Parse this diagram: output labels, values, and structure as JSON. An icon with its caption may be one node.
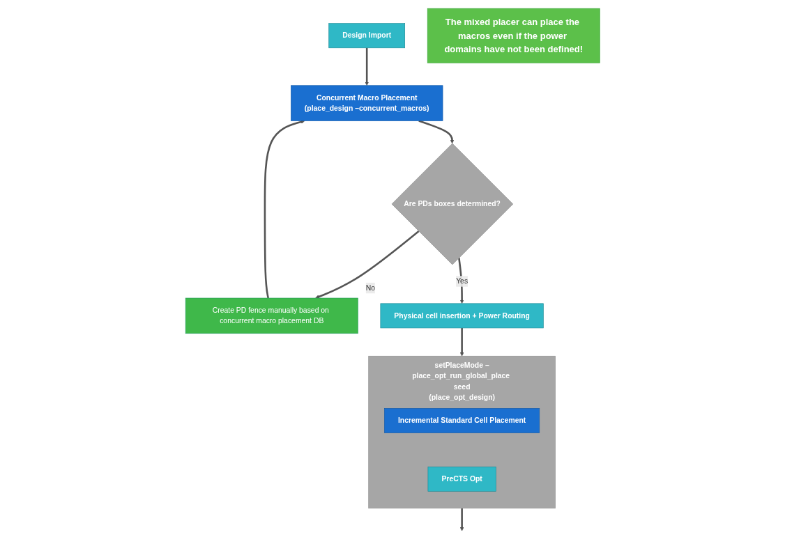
{
  "diagram": {
    "nodes": [
      {
        "text": [
          "Design Import"
        ]
      },
      {
        "text": [
          "Concurrent Macro Placement",
          "(place_design –concurrent_macros)"
        ]
      },
      {
        "text": [
          "Create PD fence manually based on concurrent macro placement DB"
        ]
      },
      {
        "text": [
          "Are PDs boxes determined?"
        ]
      },
      {
        "text": [
          "Physical cell insertion + Power Routing"
        ]
      },
      {
        "text": [
          "setPlaceMode –place_opt_run_global_place seed",
          "(place_opt_design)"
        ]
      },
      {
        "text": [
          "Incremental Standard Cell Placement"
        ],
        "in": 5
      },
      {
        "text": [
          "PreCTS Opt"
        ],
        "in": 5
      },
      {
        "text": [
          "The mixed placer can place the macros even if the power domains have not been defined!"
        ]
      }
    ],
    "edges": [
      {
        "from": 0,
        "to": 1,
        "arrow": "to"
      },
      {
        "from": 1,
        "to": 3,
        "arrow": "to"
      },
      {
        "from": 3,
        "to": 2,
        "arrow": "to",
        "label": "No"
      },
      {
        "from": 2,
        "to": 1,
        "arrow": "to"
      },
      {
        "from": 3,
        "to": 4,
        "arrow": "to",
        "label": "Yes"
      },
      {
        "from": 4,
        "to": 5,
        "arrow": "to"
      },
      {
        "from": 5,
        "to": null,
        "arrow": "to"
      }
    ]
  }
}
